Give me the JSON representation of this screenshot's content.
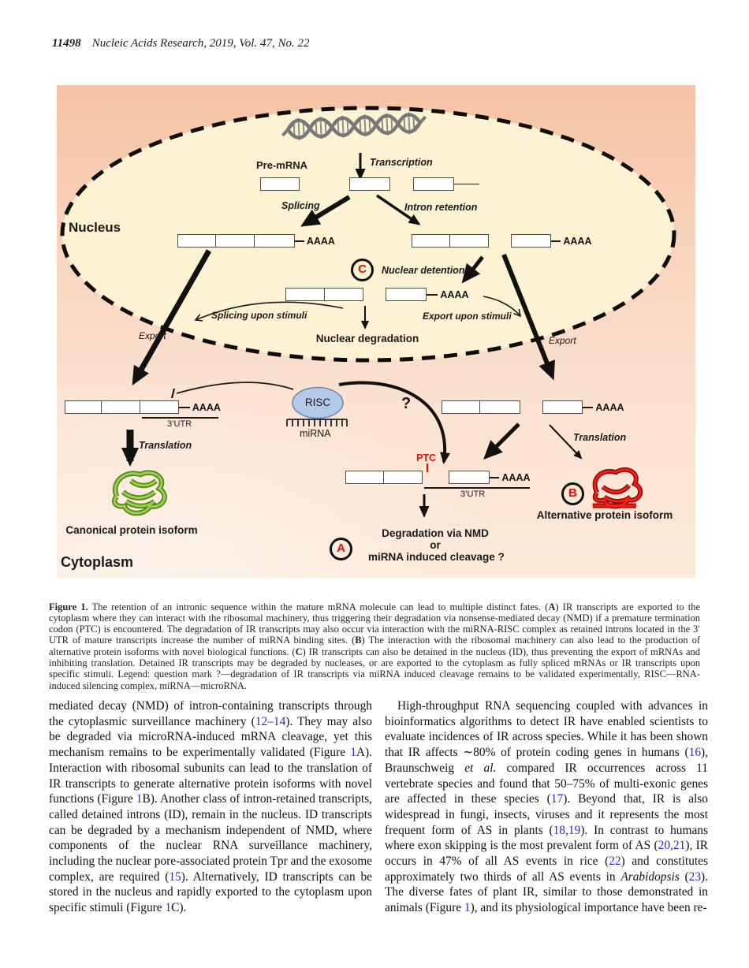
{
  "header": {
    "page_number": "11498",
    "journal": "Nucleic Acids Research, 2019, Vol. 47, No. 22"
  },
  "figure": {
    "labels": {
      "nucleus": "Nucleus",
      "cytoplasm": "Cytoplasm",
      "pre_mrna": "Pre-mRNA",
      "transcription": "Transcription",
      "splicing": "Splicing",
      "intron_retention": "Intron retention",
      "nuclear_detention": "Nuclear detention",
      "splicing_upon_stimuli": "Splicing upon stimuli",
      "export_upon_stimuli": "Export upon stimuli",
      "nuclear_degradation": "Nuclear degradation",
      "export": "Export",
      "translation": "Translation",
      "polyA": "AAAA",
      "utr3": "3’UTR",
      "risc": "RISC",
      "mirna": "miRNA",
      "ptc": "PTC",
      "question_mark": "?",
      "marker_a": "A",
      "marker_b": "B",
      "marker_c": "C",
      "canonical_isoform": "Canonical protein isoform",
      "alternative_isoform": "Alternative protein isoform",
      "degradation_line1": "Degradation via NMD",
      "degradation_line2": "or",
      "degradation_line3": "miRNA induced cleavage ?"
    },
    "colors": {
      "nucleus_fill": "#fdf3d2",
      "cytoplasm_gradient_top": "#f5c3a5",
      "cytoplasm_gradient_bottom": "#fcead9",
      "intron_orange": "#e2751d",
      "intron_gold": "#ffc000",
      "risc_fill": "#b3c9e8",
      "protein_green": "#92d050",
      "protein_red": "#e8150d",
      "marker_letter_red": "#e01010",
      "citation_link_blue": "#2b2bc4"
    }
  },
  "caption": {
    "segments": [
      {
        "t": "Figure 1.",
        "s": "b"
      },
      {
        "t": " The retention of an intronic sequence within the mature mRNA molecule can lead to multiple distinct fates. ("
      },
      {
        "t": "A",
        "s": "b"
      },
      {
        "t": ") IR transcripts are exported to the cytoplasm where they can interact with the ribosomal machinery, thus triggering their degradation via nonsense-mediated decay (NMD) if a premature termination codon (PTC) is encountered. The degradation of IR transcripts may also occur via interaction with the miRNA-RISC complex as retained introns located in the 3′ UTR of mature transcripts increase the number of miRNA binding sites. ("
      },
      {
        "t": "B",
        "s": "b"
      },
      {
        "t": ") The interaction with the ribosomal machinery can also lead to the production of alternative protein isoforms with novel biological functions. ("
      },
      {
        "t": "C",
        "s": "b"
      },
      {
        "t": ") IR transcripts can also be detained in the nucleus (ID), thus preventing the export of mRNAs and inhibiting translation. Detained IR transcripts may be degraded by nucleases, or are exported to the cytoplasm as fully spliced mRNAs or IR transcripts upon specific stimuli. Legend: question mark ?—degradation of IR transcripts via miRNA induced cleavage remains to be validated experimentally, RISC—RNA-induced silencing complex, miRNA—microRNA."
      }
    ]
  },
  "body": {
    "left_column": {
      "segments": [
        {
          "t": "mediated decay (NMD) of intron-containing transcripts through the cytoplasmic surveillance machinery ("
        },
        {
          "t": "12–14",
          "s": "link"
        },
        {
          "t": "). They may also be degraded via microRNA-induced mRNA cleavage, yet this mechanism remains to be experimentally validated (Figure "
        },
        {
          "t": "1",
          "s": "link"
        },
        {
          "t": "A). Interaction with ribosomal subunits can lead to the translation of IR transcripts to generate alternative protein isoforms with novel functions (Figure "
        },
        {
          "t": "1",
          "s": "link"
        },
        {
          "t": "B). Another class of intron-retained transcripts, called detained introns (ID), remain in the nucleus. ID transcripts can be degraded by a mechanism independent of NMD, where components of the nuclear RNA surveillance machinery, including the nuclear pore-associated protein Tpr and the exosome complex, are required ("
        },
        {
          "t": "15",
          "s": "link"
        },
        {
          "t": "). Alternatively, ID transcripts can be stored in the nucleus and rapidly exported to the cytoplasm upon specific stimuli (Figure "
        },
        {
          "t": "1",
          "s": "link"
        },
        {
          "t": "C)."
        }
      ]
    },
    "right_column": {
      "segments": [
        {
          "t": "High-throughput RNA sequencing coupled with advances in bioinformatics algorithms to detect IR have enabled scientists to evaluate incidences of IR across species. While it has been shown that IR affects ∼80% of protein coding genes in humans ("
        },
        {
          "t": "16",
          "s": "link"
        },
        {
          "t": "), Braunschweig "
        },
        {
          "t": "et al.",
          "s": "i"
        },
        {
          "t": " compared IR occurrences across 11 vertebrate species and found that 50–75% of multi-exonic genes are affected in these species ("
        },
        {
          "t": "17",
          "s": "link"
        },
        {
          "t": "). Beyond that, IR is also widespread in fungi, insects, viruses and it represents the most frequent form of AS in plants ("
        },
        {
          "t": "18,19",
          "s": "link"
        },
        {
          "t": "). In contrast to humans where exon skipping is the most prevalent form of AS ("
        },
        {
          "t": "20,21",
          "s": "link"
        },
        {
          "t": "), IR occurs in 47% of all AS events in rice ("
        },
        {
          "t": "22",
          "s": "link"
        },
        {
          "t": ") and constitutes approximately two thirds of all AS events in "
        },
        {
          "t": "Arabidopsis",
          "s": "i"
        },
        {
          "t": " ("
        },
        {
          "t": "23",
          "s": "link"
        },
        {
          "t": "). The diverse fates of plant IR, similar to those demonstrated in animals (Figure "
        },
        {
          "t": "1",
          "s": "link"
        },
        {
          "t": "), and its physiological importance have been re-"
        }
      ]
    }
  }
}
